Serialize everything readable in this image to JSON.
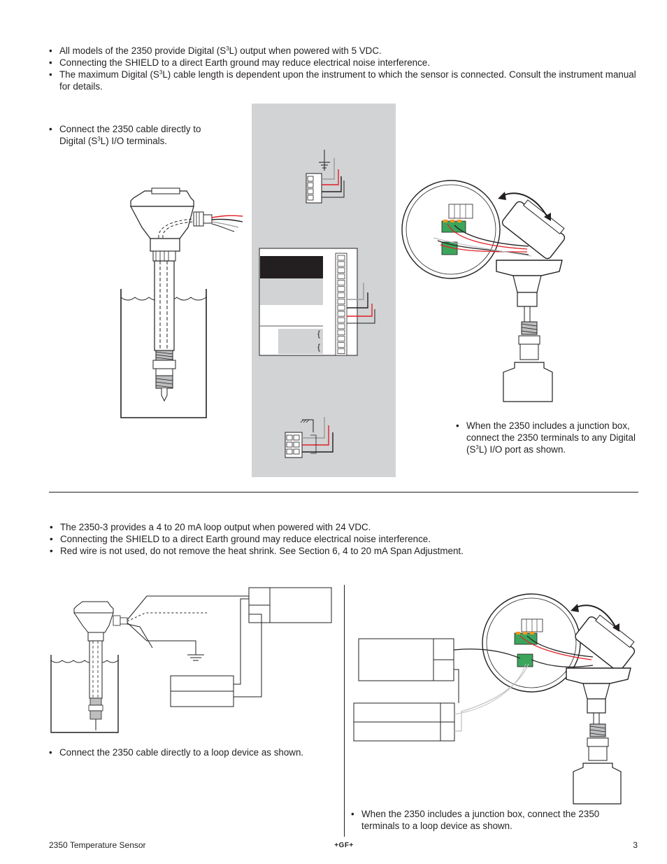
{
  "digital_section": {
    "bullets": [
      {
        "pre": "All models of the 2350 provide Digital (S",
        "sup": "3",
        "post": "L) output when powered with 5 VDC."
      },
      {
        "text": "Connecting the SHIELD to a direct Earth ground may reduce electrical noise interference."
      },
      {
        "pre": "The maximum Digital (S",
        "sup": "3",
        "post": "L) cable length is dependent upon the instrument to which the sensor is connected. Consult the instrument manual for details."
      }
    ],
    "direct_note": {
      "pre": "Connect the 2350 cable directly to Digital (S",
      "sup": "3",
      "post": "L) I/O terminals."
    },
    "junction_note": {
      "pre": "When the 2350 includes a junction box, connect the 2350 terminals to any Digital (S",
      "sup": "3",
      "post": "L) I/O port as shown."
    }
  },
  "loop_section": {
    "bullets": [
      "The 2350-3 provides a 4 to 20 mA loop output when powered with 24 VDC.",
      "Connecting the SHIELD to a direct Earth ground may reduce electrical noise interference.",
      "Red wire is not used, do not remove the heat shrink. See Section 6, 4 to 20 mA Span Adjustment."
    ],
    "direct_note": "Connect the 2350 cable directly to a loop device as shown.",
    "junction_note": "When the 2350 includes a junction box, connect the 2350 terminals to a loop device as shown."
  },
  "footer": {
    "title": "2350 Temperature Sensor",
    "logo": "+GF+",
    "page_number": "3"
  },
  "colors": {
    "text": "#231f20",
    "panel_gray": "#d1d3d4",
    "wire_red": "#e31e24",
    "terminal_green": "#3ba55c",
    "terminal_orange": "#f7941d"
  }
}
